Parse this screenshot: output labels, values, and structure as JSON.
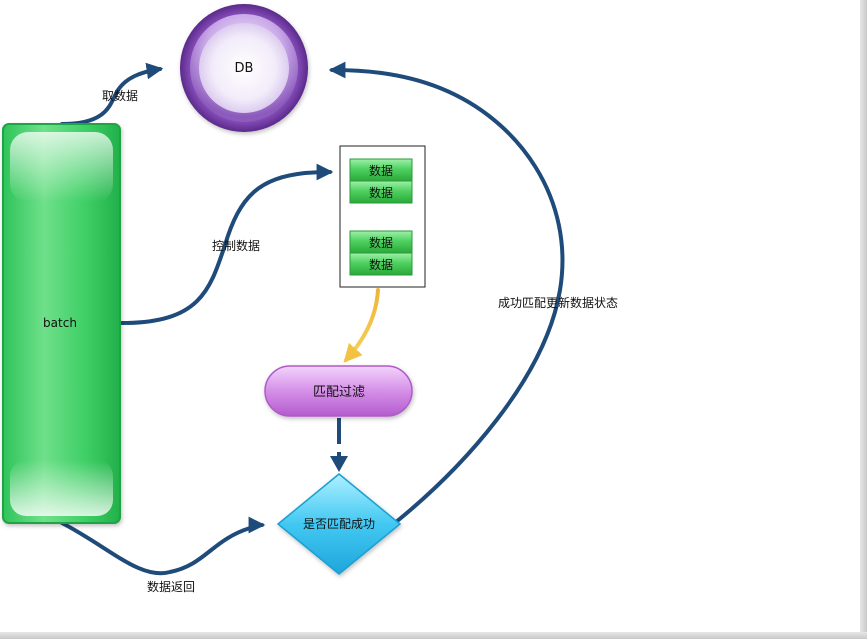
{
  "nodes": {
    "batch": "batch",
    "db": "DB",
    "data_items": [
      "数据",
      "数据",
      "数据",
      "数据"
    ],
    "filter": "匹配过滤",
    "decision": "是否匹配成功"
  },
  "edges": {
    "fetch": "取数据",
    "control": "控制数据",
    "return": "数据返回",
    "update": "成功匹配更新数据状态"
  }
}
